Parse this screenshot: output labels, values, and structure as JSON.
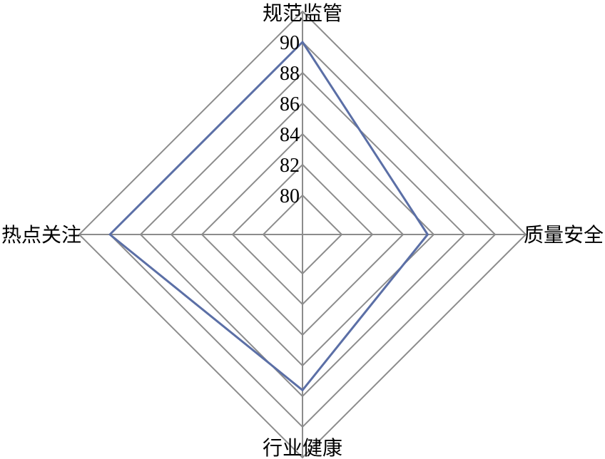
{
  "chart_data": {
    "type": "radar",
    "axes": [
      "规范监管",
      "质量安全",
      "行业健康",
      "热点关注"
    ],
    "range": [
      80,
      90
    ],
    "ticks": [
      "80",
      "82",
      "84",
      "86",
      "88",
      "90"
    ],
    "series": [
      {
        "values": [
          90,
          85.6,
          87.6,
          90
        ],
        "color": "#5b6fa6"
      }
    ],
    "grid": true,
    "legend": "none"
  }
}
